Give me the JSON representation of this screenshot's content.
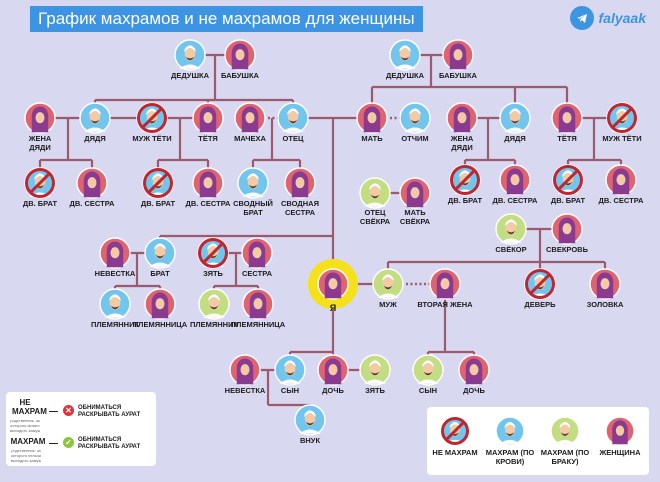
{
  "header": {
    "title": "График махрамов и не махрамов для женщины",
    "brand": "falyaak",
    "brand_icon": "telegram-icon"
  },
  "colors": {
    "background": "#d9d8f1",
    "line": "#9b5a6e",
    "woman": "#e06470",
    "mahram_blood": "#72c6ee",
    "mahram_marriage": "#c3dd83",
    "not_mahram_mark": "#c0262f",
    "self_highlight": "#f5e11a",
    "title_bar": "#3d94e3"
  },
  "nodes": [
    {
      "id": "grandpa_f",
      "type": "blood",
      "label": "ДЕДУШКА"
    },
    {
      "id": "grandma_f",
      "type": "woman",
      "label": "БАБУШКА"
    },
    {
      "id": "grandpa_m",
      "type": "blood",
      "label": "ДЕДУШКА"
    },
    {
      "id": "grandma_m",
      "type": "woman",
      "label": "БАБУШКА"
    },
    {
      "id": "uncle_wife_f",
      "type": "woman",
      "label": "ЖЕНА ДЯДИ"
    },
    {
      "id": "uncle_f",
      "type": "blood",
      "label": "ДЯДЯ"
    },
    {
      "id": "aunt_husband_f",
      "type": "not",
      "label": "МУЖ ТЁТИ"
    },
    {
      "id": "aunt_f",
      "type": "woman",
      "label": "ТЁТЯ"
    },
    {
      "id": "stepmother",
      "type": "woman",
      "label": "МАЧЕХА"
    },
    {
      "id": "father",
      "type": "blood",
      "label": "ОТЕЦ"
    },
    {
      "id": "mother",
      "type": "woman",
      "label": "МАТЬ"
    },
    {
      "id": "stepfather",
      "type": "blood",
      "label": "ОТЧИМ"
    },
    {
      "id": "uncle_wife_m",
      "type": "woman",
      "label": "ЖЕНА ДЯДИ"
    },
    {
      "id": "uncle_m",
      "type": "blood",
      "label": "ДЯДЯ"
    },
    {
      "id": "aunt_m",
      "type": "woman",
      "label": "ТЁТЯ"
    },
    {
      "id": "aunt_husband_m",
      "type": "not",
      "label": "МУЖ ТЁТИ"
    },
    {
      "id": "cousin_b1",
      "type": "not",
      "label": "ДВ. БРАТ"
    },
    {
      "id": "cousin_s1",
      "type": "woman",
      "label": "ДВ. СЕСТРА"
    },
    {
      "id": "cousin_b2",
      "type": "not",
      "label": "ДВ. БРАТ"
    },
    {
      "id": "cousin_s2",
      "type": "woman",
      "label": "ДВ. СЕСТРА"
    },
    {
      "id": "half_brother",
      "type": "blood",
      "label": "СВОДНЫЙ БРАТ"
    },
    {
      "id": "half_sister",
      "type": "woman",
      "label": "СВОДНАЯ СЕСТРА"
    },
    {
      "id": "husband_fil",
      "type": "marriage",
      "label": "ОТЕЦ СВЁКРА"
    },
    {
      "id": "husband_mil",
      "type": "woman",
      "label": "МАТЬ СВЁКРА"
    },
    {
      "id": "cousin_b3",
      "type": "not",
      "label": "ДВ. БРАТ"
    },
    {
      "id": "cousin_s3",
      "type": "woman",
      "label": "ДВ. СЕСТРА"
    },
    {
      "id": "cousin_b4",
      "type": "not",
      "label": "ДВ. БРАТ"
    },
    {
      "id": "cousin_s4",
      "type": "woman",
      "label": "ДВ. СЕСТРА"
    },
    {
      "id": "father_in_law",
      "type": "marriage",
      "label": "СВЁКОР"
    },
    {
      "id": "mother_in_law",
      "type": "woman",
      "label": "СВЕКРОВЬ"
    },
    {
      "id": "brother_wife",
      "type": "woman",
      "label": "НЕВЕСТКА"
    },
    {
      "id": "brother",
      "type": "blood",
      "label": "БРАТ"
    },
    {
      "id": "sister_husband",
      "type": "not",
      "label": "ЗЯТЬ"
    },
    {
      "id": "sister",
      "type": "woman",
      "label": "СЕСТРА"
    },
    {
      "id": "self",
      "type": "self",
      "label": "Я"
    },
    {
      "id": "husband",
      "type": "marriage",
      "label": "МУЖ"
    },
    {
      "id": "second_wife",
      "type": "woman",
      "label": "ВТОРАЯ ЖЕНА"
    },
    {
      "id": "brother_in_law",
      "type": "not",
      "label": "ДЕВЕРЬ"
    },
    {
      "id": "sister_in_law",
      "type": "woman",
      "label": "ЗОЛОВКА"
    },
    {
      "id": "nephew1",
      "type": "blood",
      "label": "ПЛЕМЯННИК"
    },
    {
      "id": "niece1",
      "type": "woman",
      "label": "ПЛЕМЯННИЦА"
    },
    {
      "id": "nephew2",
      "type": "marriage",
      "label": "ПЛЕМЯННИК"
    },
    {
      "id": "niece2",
      "type": "woman",
      "label": "ПЛЕМЯННИЦА"
    },
    {
      "id": "son_wife",
      "type": "woman",
      "label": "НЕВЕСТКА"
    },
    {
      "id": "son",
      "type": "blood",
      "label": "СЫН"
    },
    {
      "id": "daughter",
      "type": "woman",
      "label": "ДОЧЬ"
    },
    {
      "id": "daughter_husband",
      "type": "marriage",
      "label": "ЗЯТЬ"
    },
    {
      "id": "stepson",
      "type": "marriage",
      "label": "СЫН"
    },
    {
      "id": "stepdaughter",
      "type": "woman",
      "label": "ДОЧЬ"
    },
    {
      "id": "grandson",
      "type": "blood",
      "label": "ВНУК"
    }
  ],
  "legend_left": {
    "not_mahram": {
      "title": "НЕ МАХРАМ",
      "subtitle": "родственник, за которого можно выходить замуж",
      "text": "ОБНИМАТЬСЯ РАСКРЫВАТЬ АУРАТ",
      "icon": "cross-icon"
    },
    "mahram": {
      "title": "МАХРАМ",
      "subtitle": "родственник, за которого нельзя выходить замуж",
      "text": "ОБНИМАТЬСЯ РАСКРЫВАТЬ АУРАТ",
      "icon": "check-icon"
    }
  },
  "legend_right": [
    {
      "type": "not",
      "label": "НЕ МАХРАМ"
    },
    {
      "type": "blood",
      "label": "МАХРАМ (ПО КРОВИ)"
    },
    {
      "type": "marriage",
      "label": "МАХРАМ (ПО БРАКУ)"
    },
    {
      "type": "woman",
      "label": "ЖЕНЩИНА"
    }
  ]
}
